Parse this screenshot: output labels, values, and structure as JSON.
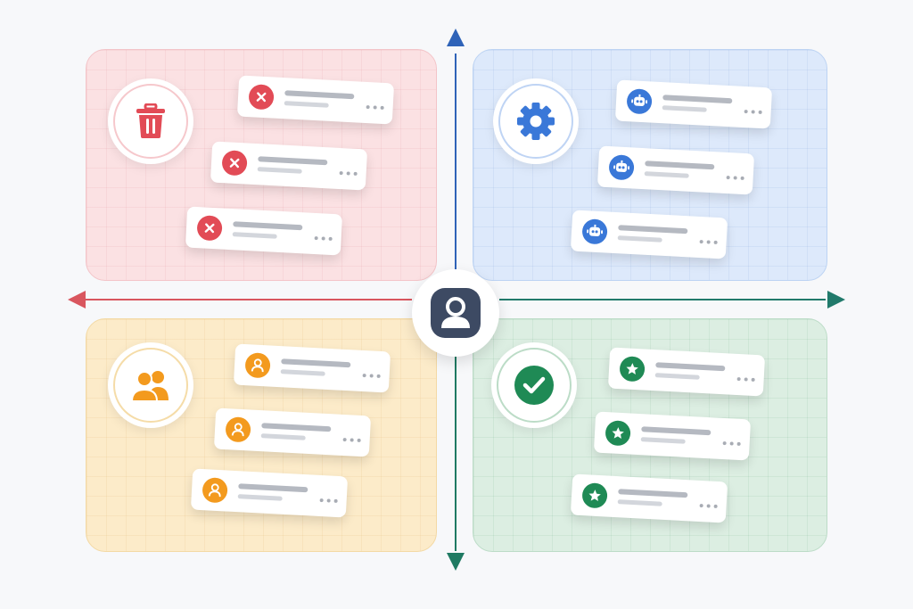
{
  "colors": {
    "red": "#e24b56",
    "blue": "#3a78d8",
    "orange": "#f39a1e",
    "green": "#1f8a55",
    "axis_up": "#2f63b8",
    "axis_left": "#d9565e",
    "axis_right": "#217a6b",
    "axis_down": "#1f7a62",
    "center": "#3d4a63"
  },
  "quadrants": [
    {
      "id": "top-left",
      "badge_icon": "trash-icon",
      "card_icon": "x-icon",
      "color": "#e24b56"
    },
    {
      "id": "top-right",
      "badge_icon": "gear-icon",
      "card_icon": "robot-icon",
      "color": "#3a78d8"
    },
    {
      "id": "bottom-left",
      "badge_icon": "users-icon",
      "card_icon": "user-icon",
      "color": "#f39a1e"
    },
    {
      "id": "bottom-right",
      "badge_icon": "check-circle-icon",
      "card_icon": "star-icon",
      "color": "#1f8a55"
    }
  ],
  "center_icon": "user-avatar-icon"
}
